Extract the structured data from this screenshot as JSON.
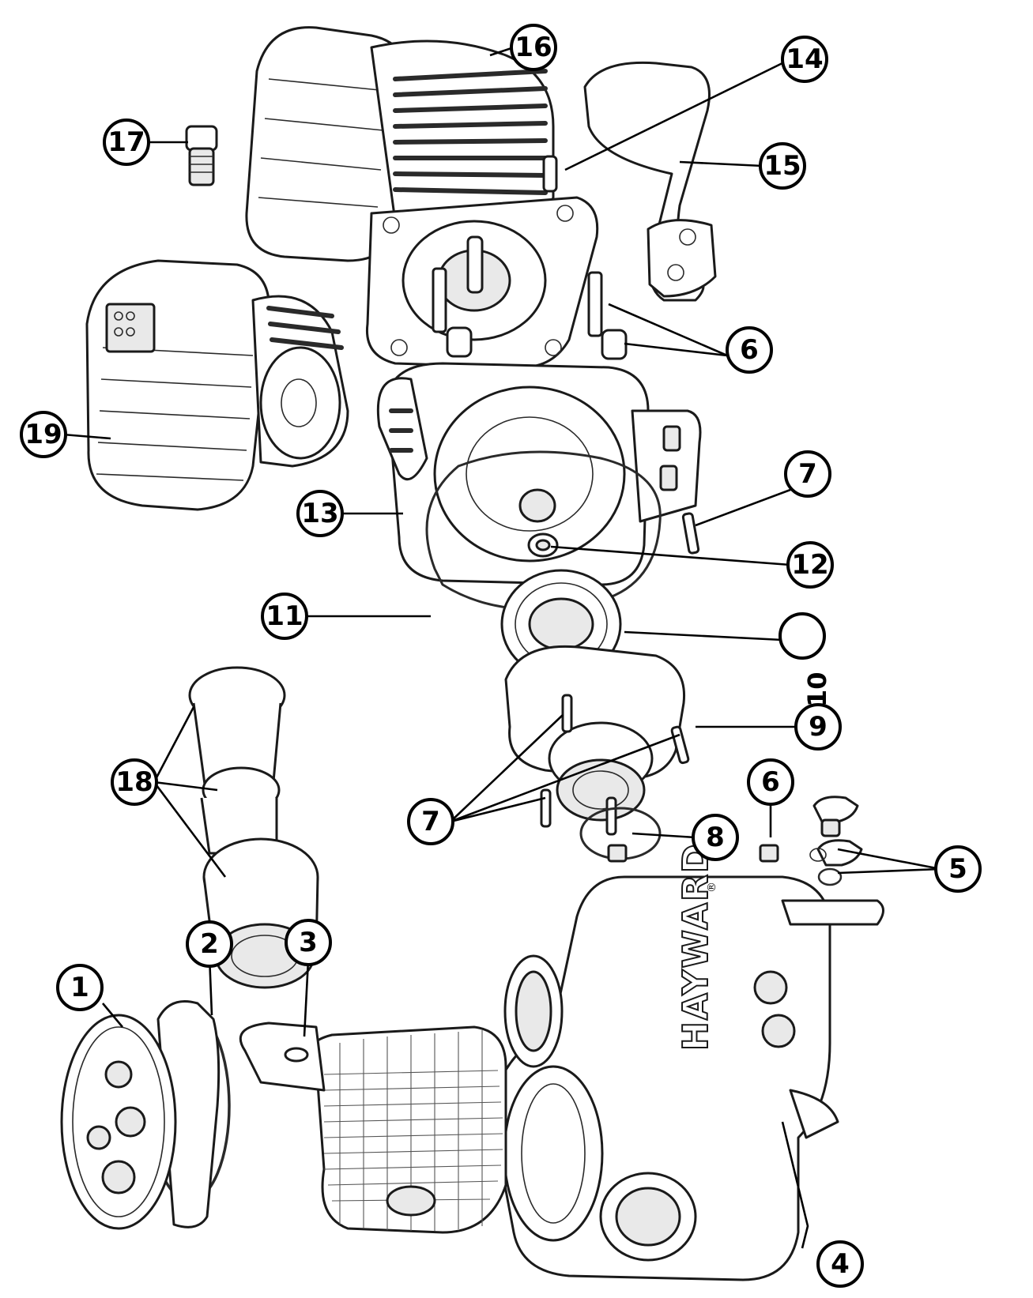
{
  "brand": {
    "text": "HAYWARD",
    "reg": "®"
  },
  "stray_label": "10",
  "callouts": [
    {
      "id": "c1",
      "label": "1"
    },
    {
      "id": "c2",
      "label": "2"
    },
    {
      "id": "c3",
      "label": "3"
    },
    {
      "id": "c4",
      "label": "4"
    },
    {
      "id": "c5",
      "label": "5"
    },
    {
      "id": "c6a",
      "label": "6"
    },
    {
      "id": "c6b",
      "label": "6"
    },
    {
      "id": "c7a",
      "label": "7"
    },
    {
      "id": "c7b",
      "label": "7"
    },
    {
      "id": "c8",
      "label": "8"
    },
    {
      "id": "c9",
      "label": "9"
    },
    {
      "id": "c10",
      "label": ""
    },
    {
      "id": "c11",
      "label": "11"
    },
    {
      "id": "c12",
      "label": "12"
    },
    {
      "id": "c13",
      "label": "13"
    },
    {
      "id": "c14",
      "label": "14"
    },
    {
      "id": "c15",
      "label": "15"
    },
    {
      "id": "c16",
      "label": "16"
    },
    {
      "id": "c17",
      "label": "17"
    },
    {
      "id": "c18",
      "label": "18"
    },
    {
      "id": "c19",
      "label": "19"
    }
  ]
}
